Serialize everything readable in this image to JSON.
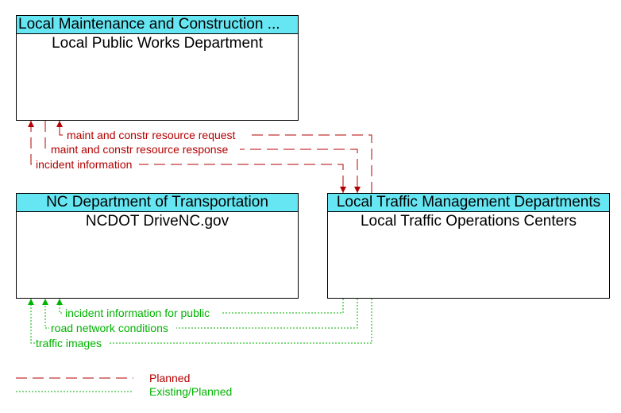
{
  "nodes": {
    "works": {
      "header": "Local Maintenance and Construction ...",
      "body": "Local Public Works Department"
    },
    "ncdot": {
      "header": "NC Department of Transportation",
      "body": "NCDOT DriveNC.gov"
    },
    "traffic": {
      "header": "Local Traffic Management Departments",
      "body": "Local Traffic Operations Centers"
    }
  },
  "flows": {
    "maint_request": "maint and constr resource request",
    "maint_response": "maint and constr resource response",
    "incident_info": "incident information",
    "incident_public": "incident information for public",
    "road_conditions": "road network conditions",
    "traffic_images": "traffic images"
  },
  "legend": {
    "planned": "Planned",
    "existing": "Existing/Planned"
  },
  "colors": {
    "planned": "#b30000",
    "existing": "#00b300",
    "header_bg": "#66e6f2"
  }
}
